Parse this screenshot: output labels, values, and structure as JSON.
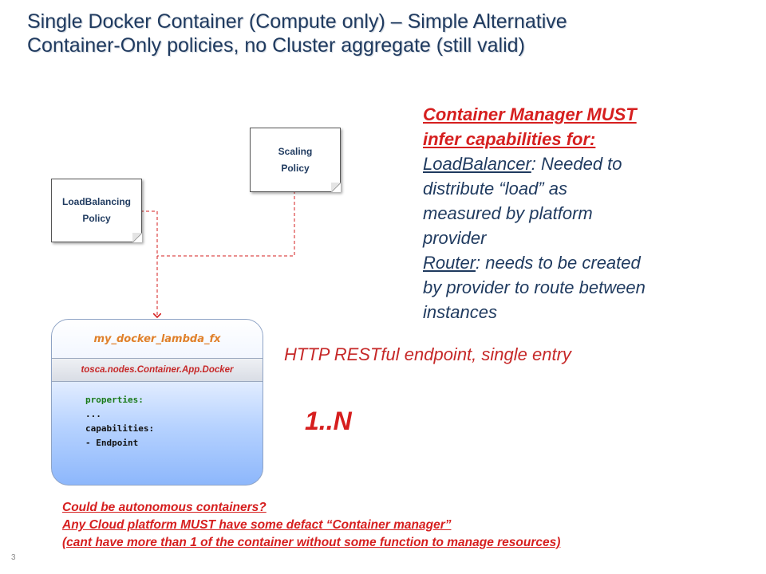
{
  "slide": {
    "title_line1": "Single Docker Container (Compute only) – Simple Alternative",
    "title_line2": "Container-Only policies, no Cluster aggregate (still valid)",
    "page_number": "3"
  },
  "policies": {
    "loadbalancing": {
      "line1": "LoadBalancing",
      "line2": "Policy"
    },
    "scaling": {
      "line1": "Scaling",
      "line2": "Policy"
    }
  },
  "node": {
    "name": "my_docker_lambda_fx",
    "type": "tosca.nodes.Container.App.Docker",
    "props": [
      "properties:",
      "...",
      "capabilities:",
      "- Endpoint"
    ]
  },
  "callout": {
    "heading_line1": "Container Manager MUST",
    "heading_line2": "infer capabilities for:",
    "lb_term": "LoadBalancer",
    "lb_rest1": ": Needed to",
    "lb_rest2": "distribute “load” as",
    "lb_rest3": "measured by platform",
    "lb_rest4": "provider",
    "router_term": "Router",
    "router_rest1": ": needs to be created",
    "router_rest2": "by provider to route between",
    "router_rest3": "instances"
  },
  "endpoint_text": "HTTP RESTful endpoint, single entry",
  "multiplicity": "1..N",
  "notes": [
    "Could be autonomous containers?",
    "Any Cloud platform MUST have some defact “Container manager”",
    "(cant have more than 1 of the container without some function to manage resources)"
  ],
  "colors": {
    "title": "#1f3a5f",
    "accent_red": "#d61f1f",
    "node_name": "#e0802a",
    "node_fill_bottom": "#8db7fb"
  }
}
